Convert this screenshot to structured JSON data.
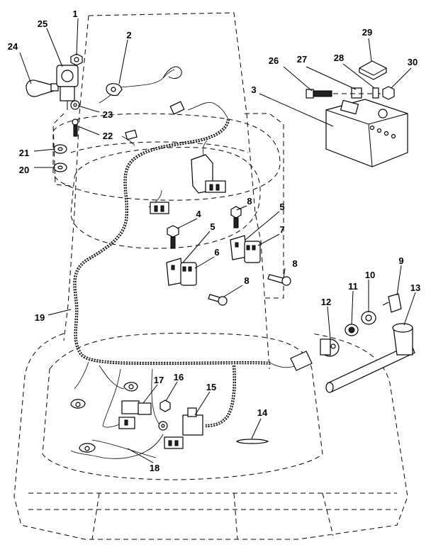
{
  "callouts": [
    {
      "id": "c1",
      "text": "1"
    },
    {
      "id": "c2",
      "text": "2"
    },
    {
      "id": "c3",
      "text": "3"
    },
    {
      "id": "c4",
      "text": "4"
    },
    {
      "id": "c5a",
      "text": "5"
    },
    {
      "id": "c5b",
      "text": "5"
    },
    {
      "id": "c6",
      "text": "6"
    },
    {
      "id": "c7",
      "text": "7"
    },
    {
      "id": "c8a",
      "text": "8"
    },
    {
      "id": "c8b",
      "text": "8"
    },
    {
      "id": "c8c",
      "text": "8"
    },
    {
      "id": "c9",
      "text": "9"
    },
    {
      "id": "c10",
      "text": "10"
    },
    {
      "id": "c11",
      "text": "11"
    },
    {
      "id": "c12",
      "text": "12"
    },
    {
      "id": "c13",
      "text": "13"
    },
    {
      "id": "c14",
      "text": "14"
    },
    {
      "id": "c15",
      "text": "15"
    },
    {
      "id": "c16",
      "text": "16"
    },
    {
      "id": "c17",
      "text": "17"
    },
    {
      "id": "c18",
      "text": "18"
    },
    {
      "id": "c19",
      "text": "19"
    },
    {
      "id": "c20",
      "text": "20"
    },
    {
      "id": "c21",
      "text": "21"
    },
    {
      "id": "c22",
      "text": "22"
    },
    {
      "id": "c23",
      "text": "23"
    },
    {
      "id": "c24",
      "text": "24"
    },
    {
      "id": "c25",
      "text": "25"
    },
    {
      "id": "c26",
      "text": "26"
    },
    {
      "id": "c27",
      "text": "27"
    },
    {
      "id": "c28",
      "text": "28"
    },
    {
      "id": "c29",
      "text": "29"
    },
    {
      "id": "c30",
      "text": "30"
    }
  ]
}
